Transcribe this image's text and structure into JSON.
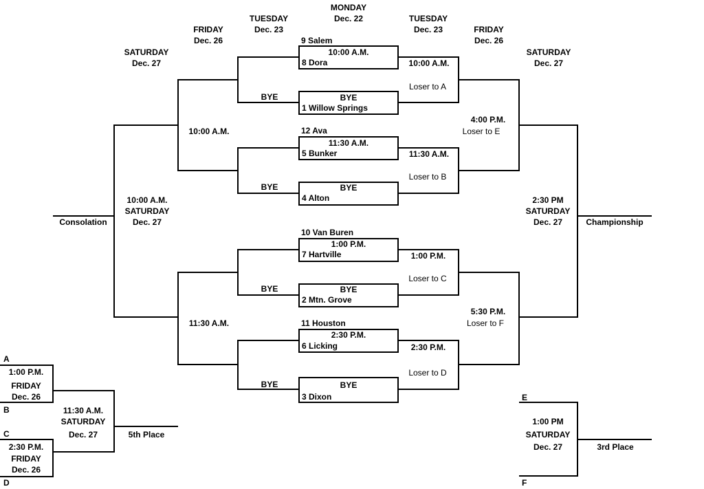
{
  "header": {
    "mon_day": "MONDAY",
    "mon_date": "Dec. 22",
    "tue_left_day": "TUESDAY",
    "tue_left_date": "Dec. 23",
    "tue_right_day": "TUESDAY",
    "tue_right_date": "Dec. 23",
    "fri_left_day": "FRIDAY",
    "fri_left_date": "Dec. 26",
    "fri_right_day": "FRIDAY",
    "fri_right_date": "Dec. 26",
    "sat_left_day": "SATURDAY",
    "sat_left_date": "Dec. 27",
    "sat_right_day": "SATURDAY",
    "sat_right_date": "Dec. 27"
  },
  "games": {
    "g1": {
      "top": "9 Salem",
      "time": "10:00 A.M.",
      "bottom": "8 Dora"
    },
    "g2": {
      "time": "BYE",
      "bottom": "1 Willow Springs",
      "left_label": "BYE"
    },
    "g3": {
      "top": "12 Ava",
      "time": "11:30 A.M.",
      "bottom": "5 Bunker"
    },
    "g4": {
      "time": "BYE",
      "bottom": "4 Alton",
      "left_label": "BYE"
    },
    "g5": {
      "top": "10 Van Buren",
      "time": "1:00 P.M.",
      "bottom": "7 Hartville"
    },
    "g6": {
      "time": "BYE",
      "bottom": "2 Mtn. Grove",
      "left_label": "BYE"
    },
    "g7": {
      "top": "11 Houston",
      "time": "2:30 P.M.",
      "bottom": "6 Licking"
    },
    "g8": {
      "time": "BYE",
      "bottom": "3 Dixon",
      "left_label": "BYE"
    }
  },
  "quarters": {
    "q1": "10:00 A.M.",
    "q2": "11:30 A.M.",
    "semi_top": "10:00 A.M.",
    "semi_bottom": "11:30 A.M."
  },
  "consolation": {
    "label": "Consolation",
    "time": "10:00 A.M.",
    "day": "SATURDAY",
    "date": "Dec. 27"
  },
  "right_side": {
    "cq1_time": "10:00 A.M.",
    "cq1_loser": "Loser to A",
    "cq2_time": "11:30 A.M.",
    "cq2_loser": "Loser to B",
    "cq3_time": "1:00 P.M.",
    "cq3_loser": "Loser to C",
    "cq4_time": "2:30 P.M.",
    "cq4_loser": "Loser to D",
    "cs1_time": "4:00 P.M.",
    "cs1_loser": "Loser to E",
    "cs2_time": "5:30 P.M.",
    "cs2_loser": "Loser to F"
  },
  "championship": {
    "label": "Championship",
    "time": "2:30 PM",
    "day": "SATURDAY",
    "date": "Dec. 27"
  },
  "fifth_place": {
    "A": "A",
    "B": "B",
    "C": "C",
    "D": "D",
    "g1_time": "1:00 P.M.",
    "g1_day": "FRIDAY",
    "g1_date": "Dec. 26",
    "g2_time": "2:30 P.M.",
    "g2_day": "FRIDAY",
    "g2_date": "Dec. 26",
    "final_time": "11:30 A.M.",
    "final_day": "SATURDAY",
    "final_date": "Dec. 27",
    "label": "5th Place"
  },
  "third_place": {
    "E": "E",
    "F": "F",
    "time": "1:00 PM",
    "day": "SATURDAY",
    "date": "Dec. 27",
    "label": "3rd Place"
  }
}
